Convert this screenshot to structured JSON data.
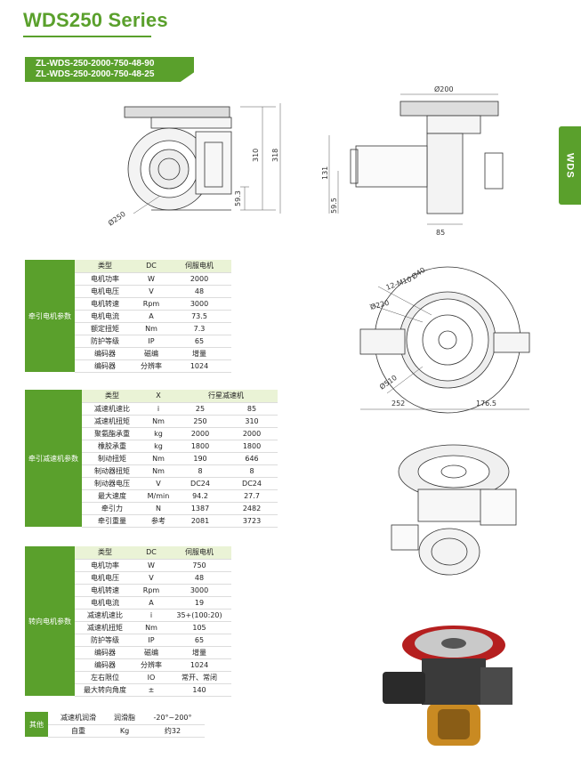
{
  "title": "WDS250 Series",
  "models": [
    "ZL-WDS-250-2000-750-48-90",
    "ZL-WDS-250-2000-750-48-25"
  ],
  "side_tab": "WDS",
  "dimensions": {
    "front": {
      "d250": "Ø250",
      "h310": "310",
      "h318": "318",
      "h59_3": "59.3"
    },
    "side": {
      "d200": "Ø200",
      "h131": "131",
      "h59_5": "59.5",
      "w85": "85"
    },
    "top": {
      "d40": "Ø40",
      "holes": "12-M10",
      "d220": "Ø220",
      "d510": "Ø510",
      "w252": "252",
      "w176": "176.5"
    }
  },
  "traction_motor": {
    "section_label": "牵引电机参数",
    "rows": [
      {
        "name": "类型",
        "unit": "DC",
        "value": "伺服电机",
        "head": true
      },
      {
        "name": "电机功率",
        "unit": "W",
        "value": "2000"
      },
      {
        "name": "电机电压",
        "unit": "V",
        "value": "48"
      },
      {
        "name": "电机转速",
        "unit": "Rpm",
        "value": "3000"
      },
      {
        "name": "电机电流",
        "unit": "A",
        "value": "73.5"
      },
      {
        "name": "额定扭矩",
        "unit": "Nm",
        "value": "7.3"
      },
      {
        "name": "防护等级",
        "unit": "IP",
        "value": "65"
      },
      {
        "name": "编码器",
        "unit": "磁编",
        "value": "增量"
      },
      {
        "name": "编码器",
        "unit": "分辨率",
        "value": "1024"
      }
    ]
  },
  "traction_reducer": {
    "section_label": "牵引减速机参数",
    "rows": [
      {
        "name": "类型",
        "unit": "X",
        "v1": "行星减速机",
        "v2": "",
        "head": true
      },
      {
        "name": "减速机速比",
        "unit": "i",
        "v1": "25",
        "v2": "85"
      },
      {
        "name": "减速机扭矩",
        "unit": "Nm",
        "v1": "250",
        "v2": "310"
      },
      {
        "name": "聚氨酯承重",
        "unit": "kg",
        "v1": "2000",
        "v2": "2000"
      },
      {
        "name": "橡胶承重",
        "unit": "kg",
        "v1": "1800",
        "v2": "1800"
      },
      {
        "name": "制动扭矩",
        "unit": "Nm",
        "v1": "190",
        "v2": "646"
      },
      {
        "name": "制动器扭矩",
        "unit": "Nm",
        "v1": "8",
        "v2": "8"
      },
      {
        "name": "制动器电压",
        "unit": "V",
        "v1": "DC24",
        "v2": "DC24"
      },
      {
        "name": "最大速度",
        "unit": "M/min",
        "v1": "94.2",
        "v2": "27.7"
      },
      {
        "name": "牵引力",
        "unit": "N",
        "v1": "1387",
        "v2": "2482"
      },
      {
        "name": "牵引重量",
        "unit": "参考",
        "v1": "2081",
        "v2": "3723"
      }
    ]
  },
  "steering_motor": {
    "section_label": "转向电机参数",
    "rows": [
      {
        "name": "类型",
        "unit": "DC",
        "value": "伺服电机",
        "head": true
      },
      {
        "name": "电机功率",
        "unit": "W",
        "value": "750"
      },
      {
        "name": "电机电压",
        "unit": "V",
        "value": "48"
      },
      {
        "name": "电机转速",
        "unit": "Rpm",
        "value": "3000"
      },
      {
        "name": "电机电流",
        "unit": "A",
        "value": "19"
      },
      {
        "name": "减速机速比",
        "unit": "i",
        "value": "35+(100:20)"
      },
      {
        "name": "减速机扭矩",
        "unit": "Nm",
        "value": "105"
      },
      {
        "name": "防护等级",
        "unit": "IP",
        "value": "65"
      },
      {
        "name": "编码器",
        "unit": "磁编",
        "value": "增量"
      },
      {
        "name": "编码器",
        "unit": "分辨率",
        "value": "1024"
      },
      {
        "name": "左右限位",
        "unit": "IO",
        "value": "常开、常闭"
      },
      {
        "name": "最大转向角度",
        "unit": "±",
        "value": "140"
      }
    ]
  },
  "other": {
    "section_label": "其他",
    "rows": [
      {
        "name": "减速机润滑",
        "unit": "润滑脂",
        "value": "-20°~200°"
      },
      {
        "name": "自重",
        "unit": "Kg",
        "value": "约32"
      }
    ]
  }
}
